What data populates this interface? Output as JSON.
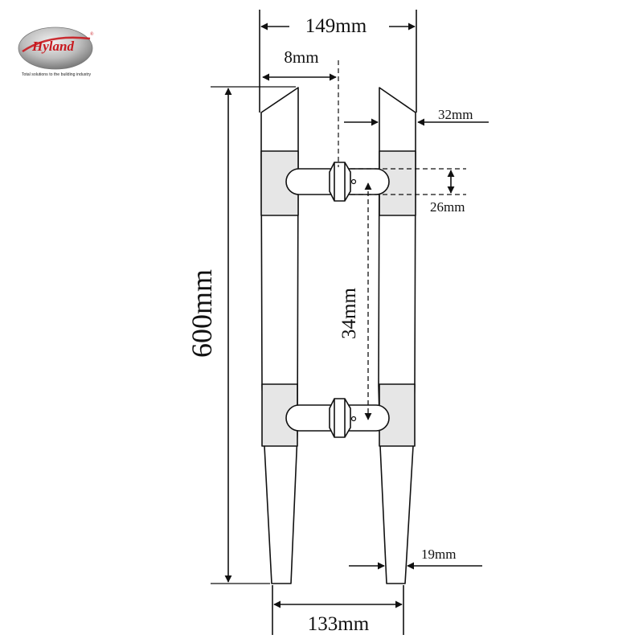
{
  "brand": {
    "name": "Hyland",
    "registered_mark": "®",
    "tagline": "Total solutions to the building industry",
    "logo_color": "#c8181e"
  },
  "dimensions": {
    "overall_width": "149mm",
    "offset": "8mm",
    "tube_top_width": "32mm",
    "knob_diameter": "26mm",
    "overall_height": "600mm",
    "mount_spacing": "34mm",
    "bottom_width": "19mm",
    "bottom_spacing": "133mm"
  },
  "colors": {
    "line": "#111111",
    "band_fill": "#e6e6e6",
    "knob_fill": "#ffffff",
    "background": "#ffffff"
  }
}
